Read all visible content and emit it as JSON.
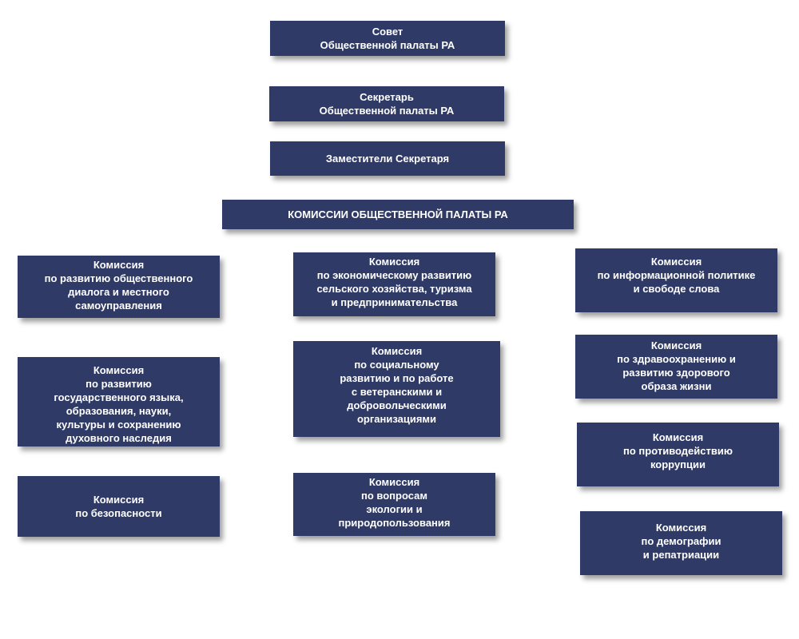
{
  "colors": {
    "box_fill": "#2f3b66",
    "text": "#ffffff",
    "background": "#ffffff"
  },
  "hierarchy": {
    "council": "Совет\nОбщественной палаты РА",
    "secretary": "Секретарь\nОбщественной палаты РА",
    "deputies": "Заместители Секретаря",
    "commissions_header": "КОМИССИИ ОБЩЕСТВЕННОЙ ПАЛАТЫ РА"
  },
  "commissions": {
    "left": [
      "Комиссия\nпо развитию общественного\nдиалога и местного\nсамоуправления",
      "Комиссия\nпо развитию\nгосударственного языка,\nобразования, науки,\nкультуры и сохранению\nдуховного наследия",
      "Комиссия\nпо безопасности"
    ],
    "center": [
      "Комиссия\nпо экономическому развитию\nсельского хозяйства, туризма\nи предпринимательства",
      "Комиссия\nпо социальному\nразвитию и по работе\nс ветеранскими и\nдобровольческими\nорганизациями",
      "Комиссия\nпо вопросам\nэкологии и\nприродопользования"
    ],
    "right": [
      "Комиссия\nпо информационной политике\nи свободе слова",
      "Комиссия\nпо здравоохранению и\nразвитию здорового\nобраза жизни",
      "Комиссия\nпо противодействию\nкоррупции",
      "Комиссия\nпо демографии\nи репатриации"
    ]
  }
}
